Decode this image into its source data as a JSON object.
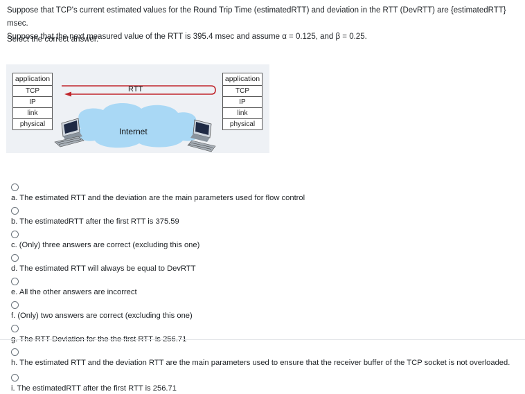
{
  "question": {
    "line1": "Suppose that TCP's current estimated values for the Round Trip Time (estimatedRTT) and deviation in the RTT (DevRTT) are {estimatedRTT} msec.",
    "line2": "Suppose that the next measured value of the RTT is 395.4 msec and assume α = 0.125, and β = 0.25.",
    "prompt": "Select the correct answer."
  },
  "figure": {
    "left_stack": [
      "application",
      "TCP",
      "IP",
      "link",
      "physical"
    ],
    "right_stack": [
      "application",
      "TCP",
      "IP",
      "link",
      "physical"
    ],
    "rtt_label": "RTT",
    "cloud_label": "Internet"
  },
  "options": [
    {
      "id": "a",
      "text": "a. The estimated RTT and the deviation are the main parameters used for flow control"
    },
    {
      "id": "b",
      "text": "b. The estimatedRTT after the first RTT is 375.59"
    },
    {
      "id": "c",
      "text": "c. (Only) three answers are correct  (excluding this one)"
    },
    {
      "id": "d",
      "text": "d. The estimated RTT will always be equal to DevRTT"
    },
    {
      "id": "e",
      "text": "e. All the other answers are incorrect"
    },
    {
      "id": "f",
      "text": "f. (Only) two answers are correct (excluding this one)"
    },
    {
      "id": "g",
      "text": "g. The RTT Deviation for the the first RTT is 256.71"
    },
    {
      "id": "h",
      "text": "h. The estimated RTT and the deviation RTT are the main parameters used to ensure that the receiver buffer of the TCP socket is not overloaded."
    },
    {
      "id": "i",
      "text": "i. The estimatedRTT after the first RTT is 256.71"
    }
  ],
  "colors": {
    "arrow": "#c0262c",
    "cloud": "#a9d8f5",
    "figure_bg": "#eef1f5"
  }
}
